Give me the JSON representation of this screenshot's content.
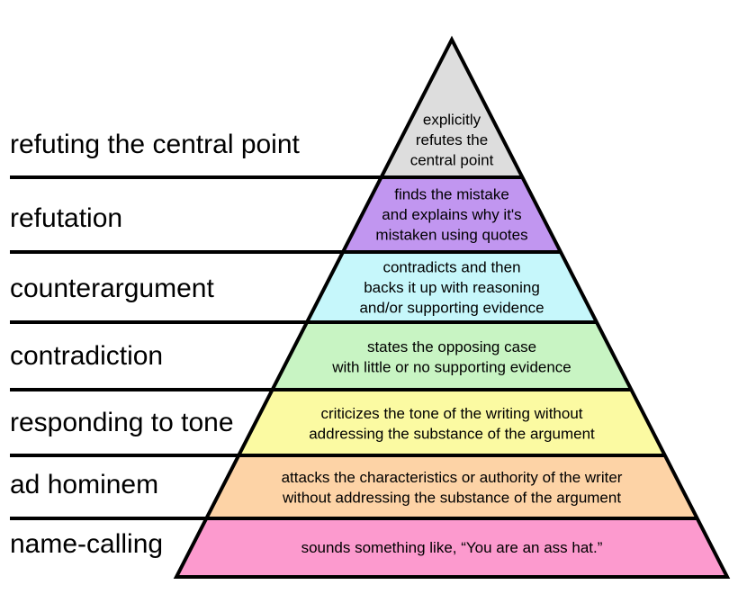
{
  "pyramid": {
    "levels": [
      {
        "name": "refuting the central point",
        "description": [
          "explicitly",
          "refutes the",
          "central point"
        ],
        "color": "#dddddd"
      },
      {
        "name": "refutation",
        "description": [
          "finds the mistake",
          "and explains why it's",
          "mistaken using quotes"
        ],
        "color": "#c196f0"
      },
      {
        "name": "counterargument",
        "description": [
          "contradicts and then",
          "backs it up with reasoning",
          "and/or supporting evidence"
        ],
        "color": "#c6f7fb"
      },
      {
        "name": "contradiction",
        "description": [
          "states the opposing case",
          "with little or no supporting evidence"
        ],
        "color": "#c8f4c3"
      },
      {
        "name": "responding to tone",
        "description": [
          "criticizes the tone of the writing without",
          "addressing the substance of the argument"
        ],
        "color": "#fbfaa2"
      },
      {
        "name": "ad hominem",
        "description": [
          "attacks the characteristics or authority of the writer",
          "without addressing the substance of the argument"
        ],
        "color": "#fdd3a6"
      },
      {
        "name": "name-calling",
        "description": [
          "sounds something like, “You are an ass hat.”"
        ],
        "color": "#fc9ace"
      }
    ]
  }
}
